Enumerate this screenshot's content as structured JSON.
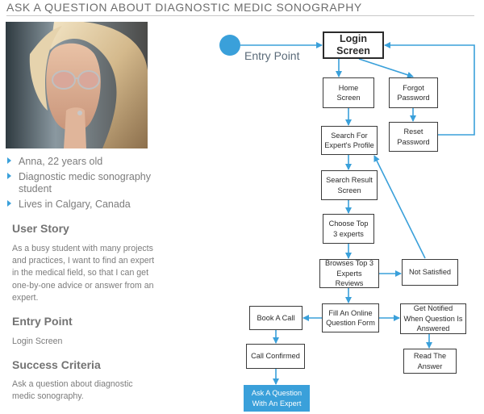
{
  "title": "ASK A QUESTION ABOUT DIAGNOSTIC MEDIC SONOGRAPHY",
  "persona": {
    "photo_alt": "",
    "facts": [
      "Anna, 22 years old",
      "Diagnostic medic sonography student",
      "Lives in Calgary, Canada"
    ]
  },
  "sections": {
    "user_story": {
      "heading": "User Story",
      "text": "As a busy student with many projects and practices, I want to find an expert in the medical field, so that I can get one-by-one advice or answer from an expert."
    },
    "entry_point": {
      "heading": "Entry Point",
      "text": "Login Screen"
    },
    "success_criteria": {
      "heading": "Success Criteria",
      "text": "Ask a question about diagnostic medic sonography."
    }
  },
  "flow": {
    "entry_label": "Entry Point",
    "nodes": {
      "login": "Login Screen",
      "home": "Home Screen",
      "forgot": "Forgot Password",
      "reset": "Reset Password",
      "search_profile": "Search For Expert's Profile",
      "search_result": "Search Result Screen",
      "choose_top": "Choose Top 3 experts",
      "browse_reviews": "Browses Top 3 Experts Reviews",
      "not_satisfied": "Not Satisfied",
      "fill_form": "Fill An Online Question Form",
      "book_call": "Book A Call",
      "get_notified": "Get Notified When Question Is Answered",
      "call_confirmed": "Call Confirmed",
      "read_answer": "Read The Answer",
      "ask_expert": "Ask A Question With An Expert"
    },
    "colors": {
      "accent": "#3aa0da",
      "border": "#3b3b3b"
    }
  }
}
